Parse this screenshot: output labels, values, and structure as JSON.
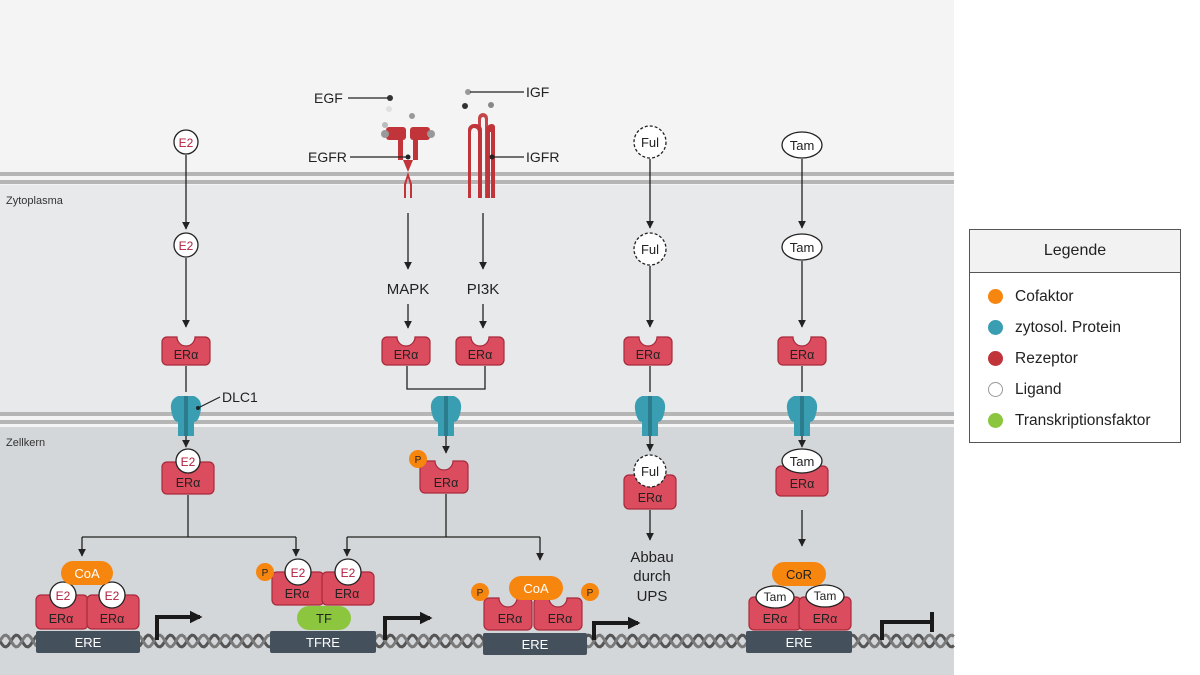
{
  "regions": {
    "cytoplasm": "Zytoplasma",
    "nucleus": "Zellkern"
  },
  "signals": {
    "egf": "EGF",
    "igf": "IGF",
    "egfr": "EGFR",
    "igfr": "IGFR",
    "mapk": "MAPK",
    "pi3k": "PI3K",
    "dlc1": "DLC1"
  },
  "molecules": {
    "e2": "E2",
    "ful": "Ful",
    "tam": "Tam",
    "era": "ERα",
    "p": "P",
    "coa": "CoA",
    "cor": "CoR",
    "tf": "TF"
  },
  "dna": {
    "ere": "ERE",
    "tfre": "TFRE"
  },
  "degradation": [
    "Abbau",
    "durch",
    "UPS"
  ],
  "legend": {
    "title": "Legende",
    "items": [
      {
        "label": "Cofaktor",
        "color": "#f7860f"
      },
      {
        "label": "zytosol. Protein",
        "color": "#3a9eb2"
      },
      {
        "label": "Rezeptor",
        "color": "#c0343a"
      },
      {
        "label": "Ligand",
        "color": "#ffffff"
      },
      {
        "label": "Transkriptionsfaktor",
        "color": "#8cc63f"
      }
    ]
  },
  "colors": {
    "receptor_fill": "#db4d5e",
    "receptor_stroke": "#a8293a",
    "protein": "#3a9eb2",
    "cofactor": "#f7860f",
    "tf": "#8cc63f",
    "dna_box": "#45505d"
  }
}
